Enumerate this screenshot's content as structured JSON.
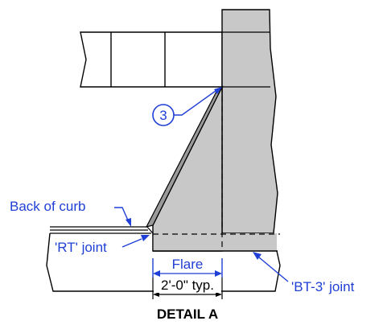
{
  "labels": {
    "callout_number": "3",
    "back_of_curb": "Back of curb",
    "rt_joint": "'RT' joint",
    "bt3_joint": "'BT-3' joint",
    "flare": "Flare",
    "dimension": "2'-0\" typ.",
    "title": "DETAIL A"
  },
  "colors": {
    "annotation_blue": "#1f3fd6",
    "fill_gray": "#c8c8c8",
    "flare_gray": "#9a9a9a",
    "line": "#000000"
  }
}
